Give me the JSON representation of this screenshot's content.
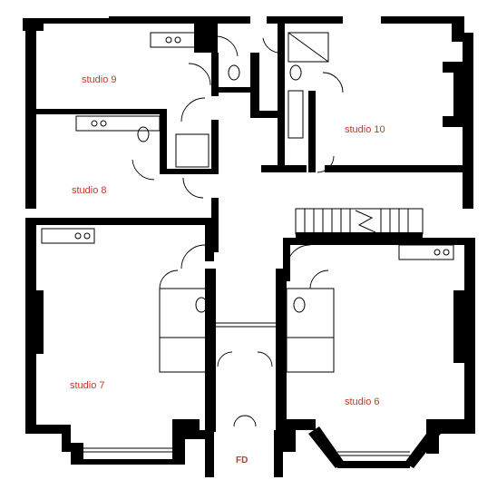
{
  "rooms": {
    "studio_9": "studio 9",
    "studio_10": "studio 10",
    "studio_8": "studio 8",
    "studio_7": "studio 7",
    "studio_6": "studio 6",
    "front_door": "FD"
  },
  "colors": {
    "label": "#c0392b",
    "wall": "#000000",
    "background": "#ffffff"
  }
}
